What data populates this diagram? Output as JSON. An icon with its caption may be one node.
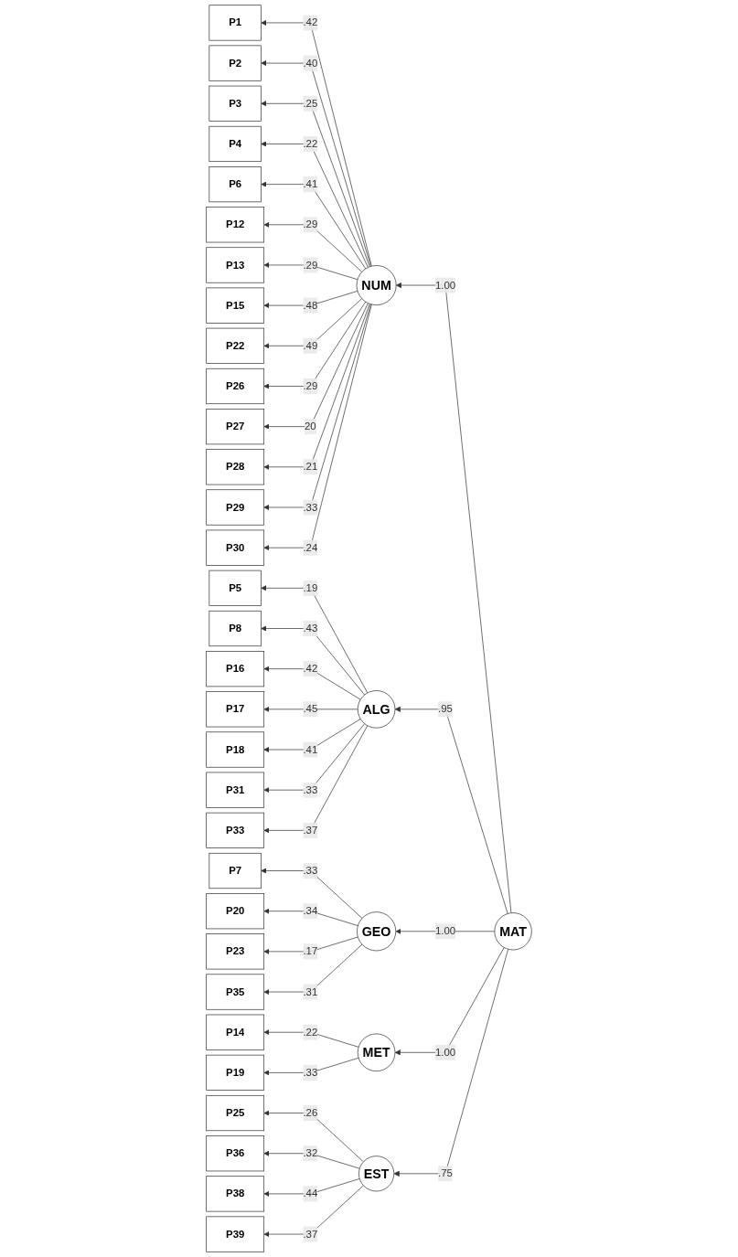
{
  "diagram": {
    "nodes": [
      {
        "text": [
          "P1"
        ]
      },
      {
        "text": [
          "P2"
        ]
      },
      {
        "text": [
          "P3"
        ]
      },
      {
        "text": [
          "P4"
        ]
      },
      {
        "text": [
          "P6"
        ]
      },
      {
        "text": [
          "P12"
        ]
      },
      {
        "text": [
          "P13"
        ]
      },
      {
        "text": [
          "P15"
        ]
      },
      {
        "text": [
          "P22"
        ]
      },
      {
        "text": [
          "P26"
        ]
      },
      {
        "text": [
          "P27"
        ]
      },
      {
        "text": [
          "P28"
        ]
      },
      {
        "text": [
          "P29"
        ]
      },
      {
        "text": [
          "P30"
        ]
      },
      {
        "text": [
          "P5"
        ]
      },
      {
        "text": [
          "P8"
        ]
      },
      {
        "text": [
          "P16"
        ]
      },
      {
        "text": [
          "P17"
        ]
      },
      {
        "text": [
          "P18"
        ]
      },
      {
        "text": [
          "P31"
        ]
      },
      {
        "text": [
          "P33"
        ]
      },
      {
        "text": [
          "P7"
        ]
      },
      {
        "text": [
          "P20"
        ]
      },
      {
        "text": [
          "P23"
        ]
      },
      {
        "text": [
          "P35"
        ]
      },
      {
        "text": [
          "P14"
        ]
      },
      {
        "text": [
          "P19"
        ]
      },
      {
        "text": [
          "P25"
        ]
      },
      {
        "text": [
          "P36"
        ]
      },
      {
        "text": [
          "P38"
        ]
      },
      {
        "text": [
          "P39"
        ]
      },
      {
        "text": [
          "NUM"
        ]
      },
      {
        "text": [
          "ALG"
        ]
      },
      {
        "text": [
          "GEO"
        ]
      },
      {
        "text": [
          "MET"
        ]
      },
      {
        "text": [
          "EST"
        ]
      },
      {
        "text": [
          "MAT"
        ]
      }
    ],
    "edges": [
      {
        "from": 31,
        "to": 0,
        "label": ".42",
        "arrow": "to"
      },
      {
        "from": 31,
        "to": 1,
        "label": ".40",
        "arrow": "to"
      },
      {
        "from": 31,
        "to": 2,
        "label": ".25",
        "arrow": "to"
      },
      {
        "from": 31,
        "to": 3,
        "label": ".22",
        "arrow": "to"
      },
      {
        "from": 31,
        "to": 4,
        "label": ".41",
        "arrow": "to"
      },
      {
        "from": 31,
        "to": 5,
        "label": ".29",
        "arrow": "to"
      },
      {
        "from": 31,
        "to": 6,
        "label": ".29",
        "arrow": "to"
      },
      {
        "from": 31,
        "to": 7,
        "label": ".48",
        "arrow": "to"
      },
      {
        "from": 31,
        "to": 8,
        "label": ".49",
        "arrow": "to"
      },
      {
        "from": 31,
        "to": 9,
        "label": ".29",
        "arrow": "to"
      },
      {
        "from": 31,
        "to": 10,
        "label": "20",
        "arrow": "to"
      },
      {
        "from": 31,
        "to": 11,
        "label": ".21",
        "arrow": "to"
      },
      {
        "from": 31,
        "to": 12,
        "label": ".33",
        "arrow": "to"
      },
      {
        "from": 31,
        "to": 13,
        "label": ".24",
        "arrow": "to"
      },
      {
        "from": 32,
        "to": 14,
        "label": ".19",
        "arrow": "to"
      },
      {
        "from": 32,
        "to": 15,
        "label": ".43",
        "arrow": "to"
      },
      {
        "from": 32,
        "to": 16,
        "label": ".42",
        "arrow": "to"
      },
      {
        "from": 32,
        "to": 17,
        "label": ".45",
        "arrow": "to"
      },
      {
        "from": 32,
        "to": 18,
        "label": ".41",
        "arrow": "to"
      },
      {
        "from": 32,
        "to": 19,
        "label": ".33",
        "arrow": "to"
      },
      {
        "from": 32,
        "to": 20,
        "label": ".37",
        "arrow": "to"
      },
      {
        "from": 33,
        "to": 21,
        "label": ".33",
        "arrow": "to"
      },
      {
        "from": 33,
        "to": 22,
        "label": ".34",
        "arrow": "to"
      },
      {
        "from": 33,
        "to": 23,
        "label": ".17",
        "arrow": "to"
      },
      {
        "from": 33,
        "to": 24,
        "label": ".31",
        "arrow": "to"
      },
      {
        "from": 34,
        "to": 25,
        "label": ".22",
        "arrow": "to"
      },
      {
        "from": 34,
        "to": 26,
        "label": ".33",
        "arrow": "to"
      },
      {
        "from": 35,
        "to": 27,
        "label": ".26",
        "arrow": "to"
      },
      {
        "from": 35,
        "to": 28,
        "label": ".32",
        "arrow": "to"
      },
      {
        "from": 35,
        "to": 29,
        "label": ".44",
        "arrow": "to"
      },
      {
        "from": 35,
        "to": 30,
        "label": ".37",
        "arrow": "to"
      },
      {
        "from": 36,
        "to": 31,
        "label": "1.00",
        "arrow": "to"
      },
      {
        "from": 36,
        "to": 32,
        "label": ".95",
        "arrow": "to"
      },
      {
        "from": 36,
        "to": 33,
        "label": "1.00",
        "arrow": "to"
      },
      {
        "from": 36,
        "to": 34,
        "label": "1.00",
        "arrow": "to"
      },
      {
        "from": 36,
        "to": 35,
        "label": ".75",
        "arrow": "to"
      }
    ]
  }
}
